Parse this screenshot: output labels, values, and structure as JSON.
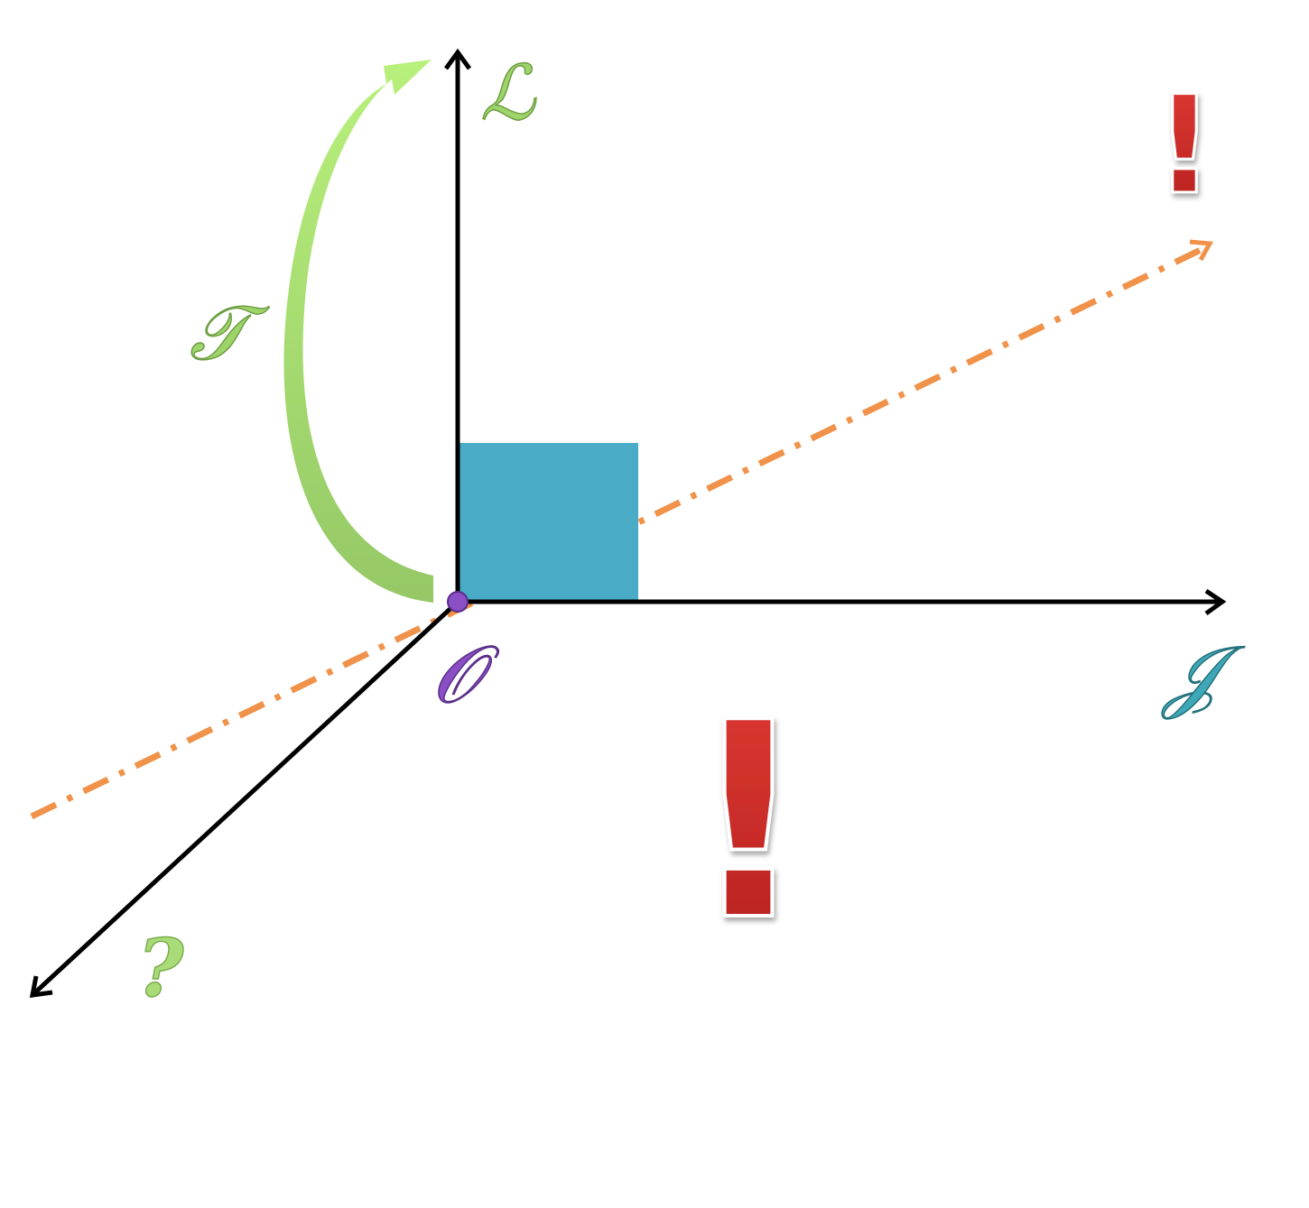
{
  "labels": {
    "vertical_axis": "ℒ",
    "horizontal_axis": "𝒥",
    "origin": "𝒪",
    "rotation": "𝒯",
    "depth_axis": "?",
    "exclamation_small": "!",
    "exclamation_large": "!"
  },
  "colors": {
    "axis": "#000000",
    "green_arrow": "#a9e27a",
    "green_label": "#9fd46a",
    "orange_dashed": "#f0924a",
    "blue_square": "#4aabc6",
    "purple_origin": "#8a4fc4",
    "teal_label": "#3fa8b8",
    "red_exclamation": "#d6312e"
  }
}
